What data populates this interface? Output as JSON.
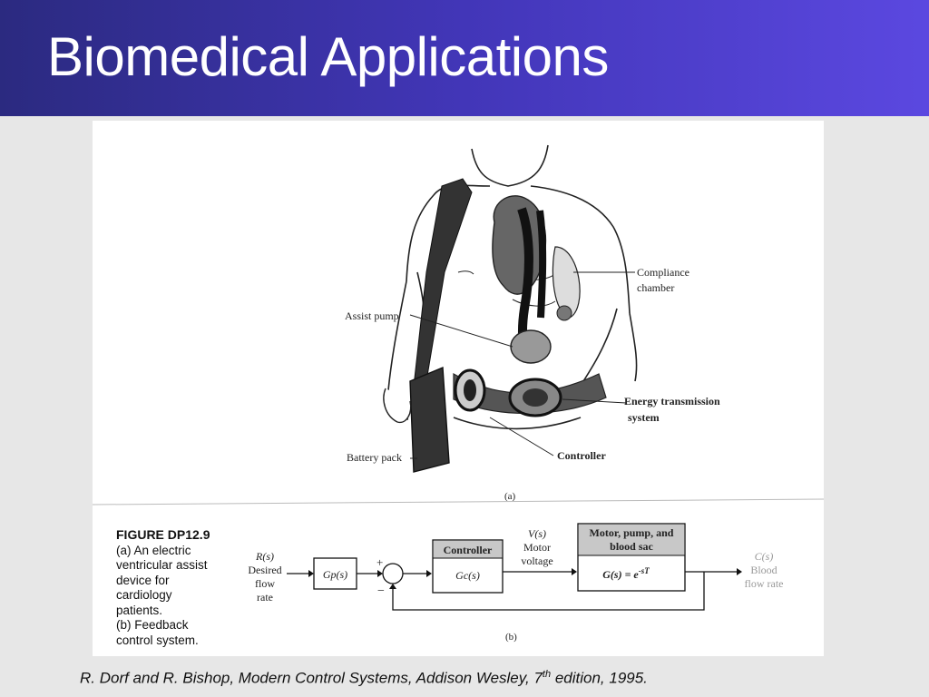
{
  "slide": {
    "title": "Biomedical Applications",
    "header_color_start": "#2b2a80",
    "header_color_end": "#5b48e0"
  },
  "figure": {
    "labels": {
      "compliance_chamber_1": "Compliance",
      "compliance_chamber_2": "chamber",
      "assist_pump": "Assist pump",
      "energy_1": "Energy transmission",
      "energy_2": "system",
      "battery_pack": "Battery pack",
      "controller": "Controller",
      "panel_a": "(a)",
      "panel_b": "(b)"
    },
    "caption": {
      "heading": "FIGURE DP12.9",
      "lines": [
        "(a) An electric",
        "ventricular assist",
        "device for",
        "cardiology",
        "patients.",
        "(b) Feedback",
        "control system."
      ]
    },
    "block_diagram": {
      "input_symbol": "R(s)",
      "input_lines": [
        "Desired",
        "flow",
        "rate"
      ],
      "prefilter": "Gp(s)",
      "plus": "+",
      "minus": "−",
      "controller_title": "Controller",
      "controller_tf": "Gc(s)",
      "signal_symbol": "V(s)",
      "signal_lines": [
        "Motor",
        "voltage"
      ],
      "plant_title_1": "Motor, pump, and",
      "plant_title_2": "blood sac",
      "plant_tf": "G(s) = e",
      "plant_exp": "-sT",
      "output_symbol": "C(s)",
      "output_lines": [
        "Blood",
        "flow rate"
      ]
    }
  },
  "citation": {
    "text": "R. Dorf and R. Bishop, Modern Control Systems, Addison Wesley, 7",
    "sup": "th",
    "tail": " edition, 1995."
  }
}
